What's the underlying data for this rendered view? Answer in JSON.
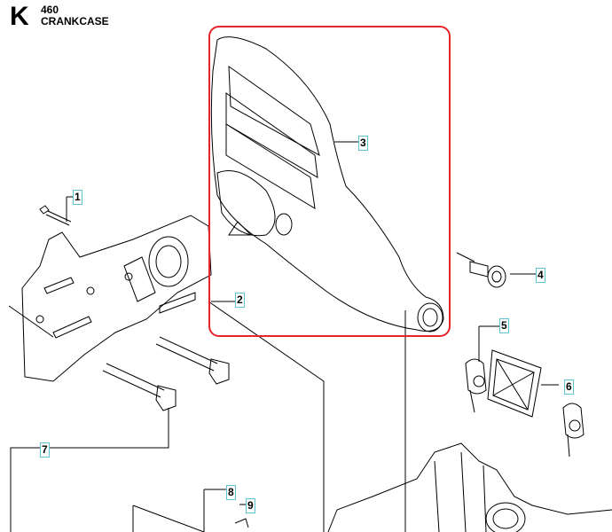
{
  "section": {
    "letter": "K",
    "model": "460",
    "title": "CRANKCASE"
  },
  "callouts": [
    "1",
    "2",
    "3",
    "4",
    "5",
    "6",
    "7",
    "8",
    "9"
  ],
  "highlight_color": "#e8232a",
  "callout_border_color": "#5fc4cf"
}
